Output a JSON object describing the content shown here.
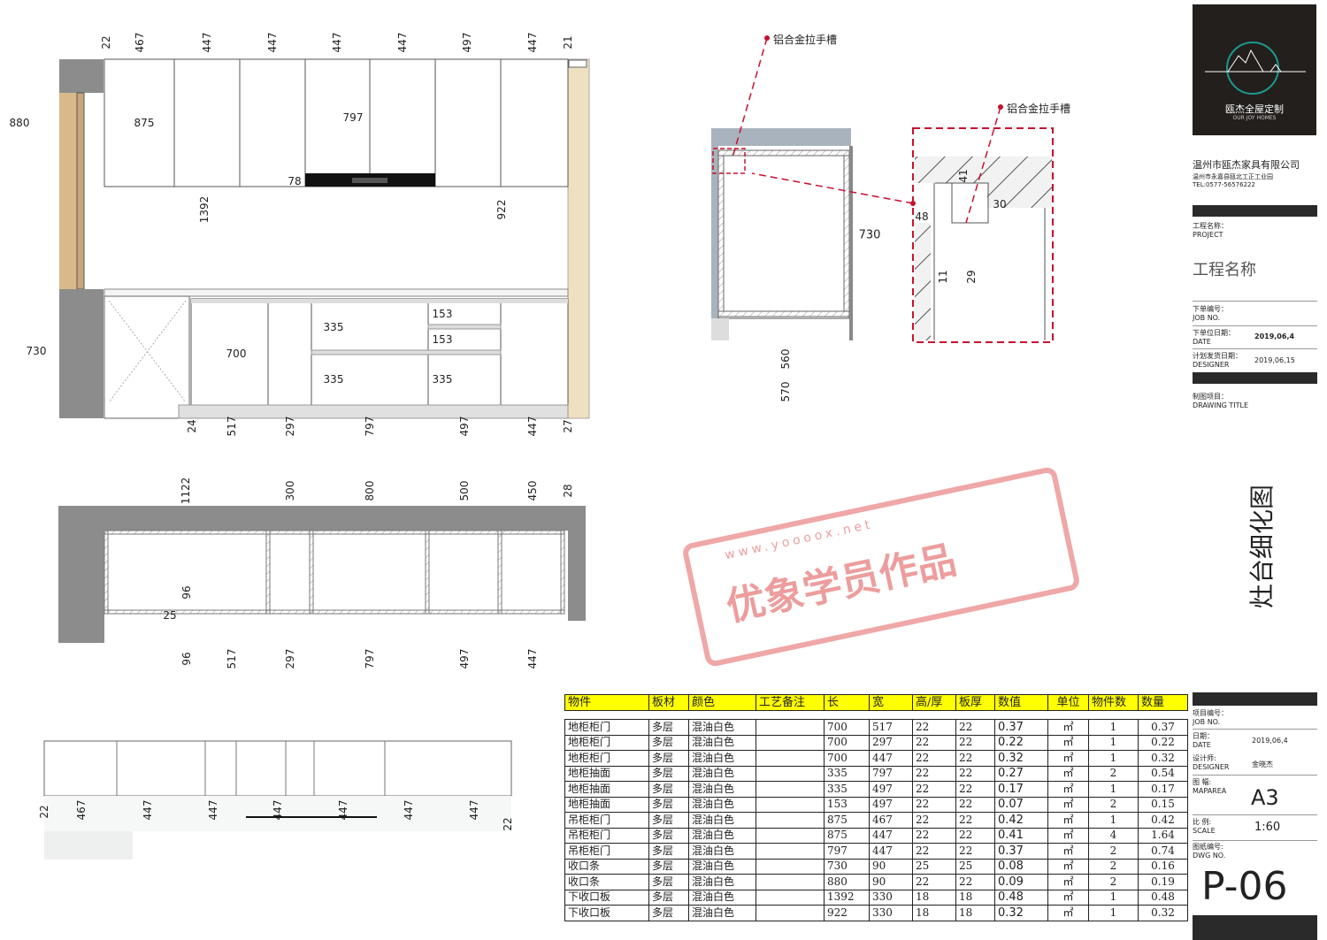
{
  "elevation": {
    "top_dims": [
      "22",
      "467",
      "447",
      "447",
      "447",
      "447",
      "497",
      "447",
      "21"
    ],
    "inner_dims": [
      "880",
      "875",
      "797",
      "78",
      "1392",
      "922",
      "730",
      "700",
      "335",
      "153",
      "153",
      "335",
      "335"
    ],
    "bottom_dims": [
      "24",
      "517",
      "297",
      "797",
      "497",
      "447",
      "27"
    ]
  },
  "section": {
    "callout_1": "铝合金拉手槽",
    "callout_2": "铝合金拉手槽",
    "dims": [
      "730",
      "560",
      "570"
    ],
    "detail_dims": [
      "41",
      "30",
      "48",
      "11",
      "29"
    ]
  },
  "plan": {
    "top_dims": [
      "1122",
      "300",
      "800",
      "500",
      "450",
      "28"
    ],
    "side_dims": [
      "96",
      "25"
    ],
    "bottom_dims": [
      "96",
      "517",
      "297",
      "797",
      "497",
      "447"
    ]
  },
  "strip": {
    "dims": [
      "22",
      "467",
      "447",
      "447",
      "447",
      "447",
      "447",
      "447",
      "22"
    ]
  },
  "bom": {
    "headers": [
      "物件",
      "板材",
      "颜色",
      "工艺备注",
      "长",
      "宽",
      "高/厚",
      "板厚",
      "数值",
      "单位",
      "物件数",
      "数量"
    ],
    "rows": [
      [
        "地柜柜门",
        "多层",
        "混油白色",
        "",
        "700",
        "517",
        "22",
        "22",
        "0.37",
        "㎡",
        "1",
        "0.37"
      ],
      [
        "地柜柜门",
        "多层",
        "混油白色",
        "",
        "700",
        "297",
        "22",
        "22",
        "0.22",
        "㎡",
        "1",
        "0.22"
      ],
      [
        "地柜柜门",
        "多层",
        "混油白色",
        "",
        "700",
        "447",
        "22",
        "22",
        "0.32",
        "㎡",
        "1",
        "0.32"
      ],
      [
        "地柜抽面",
        "多层",
        "混油白色",
        "",
        "335",
        "797",
        "22",
        "22",
        "0.27",
        "㎡",
        "2",
        "0.54"
      ],
      [
        "地柜抽面",
        "多层",
        "混油白色",
        "",
        "335",
        "497",
        "22",
        "22",
        "0.17",
        "㎡",
        "1",
        "0.17"
      ],
      [
        "地柜抽面",
        "多层",
        "混油白色",
        "",
        "153",
        "497",
        "22",
        "22",
        "0.07",
        "㎡",
        "2",
        "0.15"
      ],
      [
        "吊柜柜门",
        "多层",
        "混油白色",
        "",
        "875",
        "467",
        "22",
        "22",
        "0.42",
        "㎡",
        "1",
        "0.42"
      ],
      [
        "吊柜柜门",
        "多层",
        "混油白色",
        "",
        "875",
        "447",
        "22",
        "22",
        "0.41",
        "㎡",
        "4",
        "1.64"
      ],
      [
        "吊柜柜门",
        "多层",
        "混油白色",
        "",
        "797",
        "447",
        "22",
        "22",
        "0.37",
        "㎡",
        "2",
        "0.74"
      ],
      [
        "收口条",
        "多层",
        "混油白色",
        "",
        "730",
        "90",
        "25",
        "25",
        "0.08",
        "㎡",
        "2",
        "0.16"
      ],
      [
        "收口条",
        "多层",
        "混油白色",
        "",
        "880",
        "90",
        "22",
        "22",
        "0.09",
        "㎡",
        "2",
        "0.19"
      ],
      [
        "下收口板",
        "多层",
        "混油白色",
        "",
        "1392",
        "330",
        "18",
        "18",
        "0.48",
        "㎡",
        "1",
        "0.48"
      ],
      [
        "下收口板",
        "多层",
        "混油白色",
        "",
        "922",
        "330",
        "18",
        "18",
        "0.32",
        "㎡",
        "1",
        "0.32"
      ]
    ]
  },
  "title_block": {
    "logo_cn": "瓯杰全屋定制",
    "logo_en": "OUR JOY HOMES",
    "company": "温州市瓯杰家具有限公司",
    "address": "温州市永嘉县瓯北工正工业园",
    "tel": "TEL:0577-56576222",
    "project_label_cn": "工程名称：",
    "project_label_en": "PROJECT",
    "project_name": "工程名称",
    "order_no_cn": "下单编号：",
    "order_no_en": "JOB NO.",
    "order_date_cn": "下单位日期：",
    "order_date_en": "DATE",
    "order_date": "2019,06,4",
    "ship_date_cn": "计划发货日期：",
    "ship_date_en": "DESIGNER",
    "ship_date": "2019,06,15",
    "drawing_title_cn": "制图项目：",
    "drawing_title_en": "DRAWING TITLE",
    "drawing_title": "灶台细化图",
    "job_no_cn": "项目编号：",
    "job_no_en": "JOB NO.",
    "date_cn": "日期：",
    "date_en": "DATE",
    "date": "2019,06,4",
    "designer_cn": "设计师:",
    "designer_en": "DESIGNER",
    "designer": "金晓杰",
    "maparea_cn": "图  幅:",
    "maparea_en": "MAPAREA",
    "maparea": "A3",
    "scale_cn": "比  例:",
    "scale_en": "SCALE",
    "scale": "1:60",
    "dwg_cn": "图纸编号:",
    "dwg_en": "DWG NO.",
    "dwg_no": "P-06"
  },
  "watermark": {
    "text": "优象学员作品",
    "url": "www.yoooox.net"
  },
  "colors": {
    "accent_red": "#c8102e",
    "header_yellow": "#ffff00",
    "wall_gray": "#8c8c8c",
    "logo_teal": "#1a9a8c"
  }
}
